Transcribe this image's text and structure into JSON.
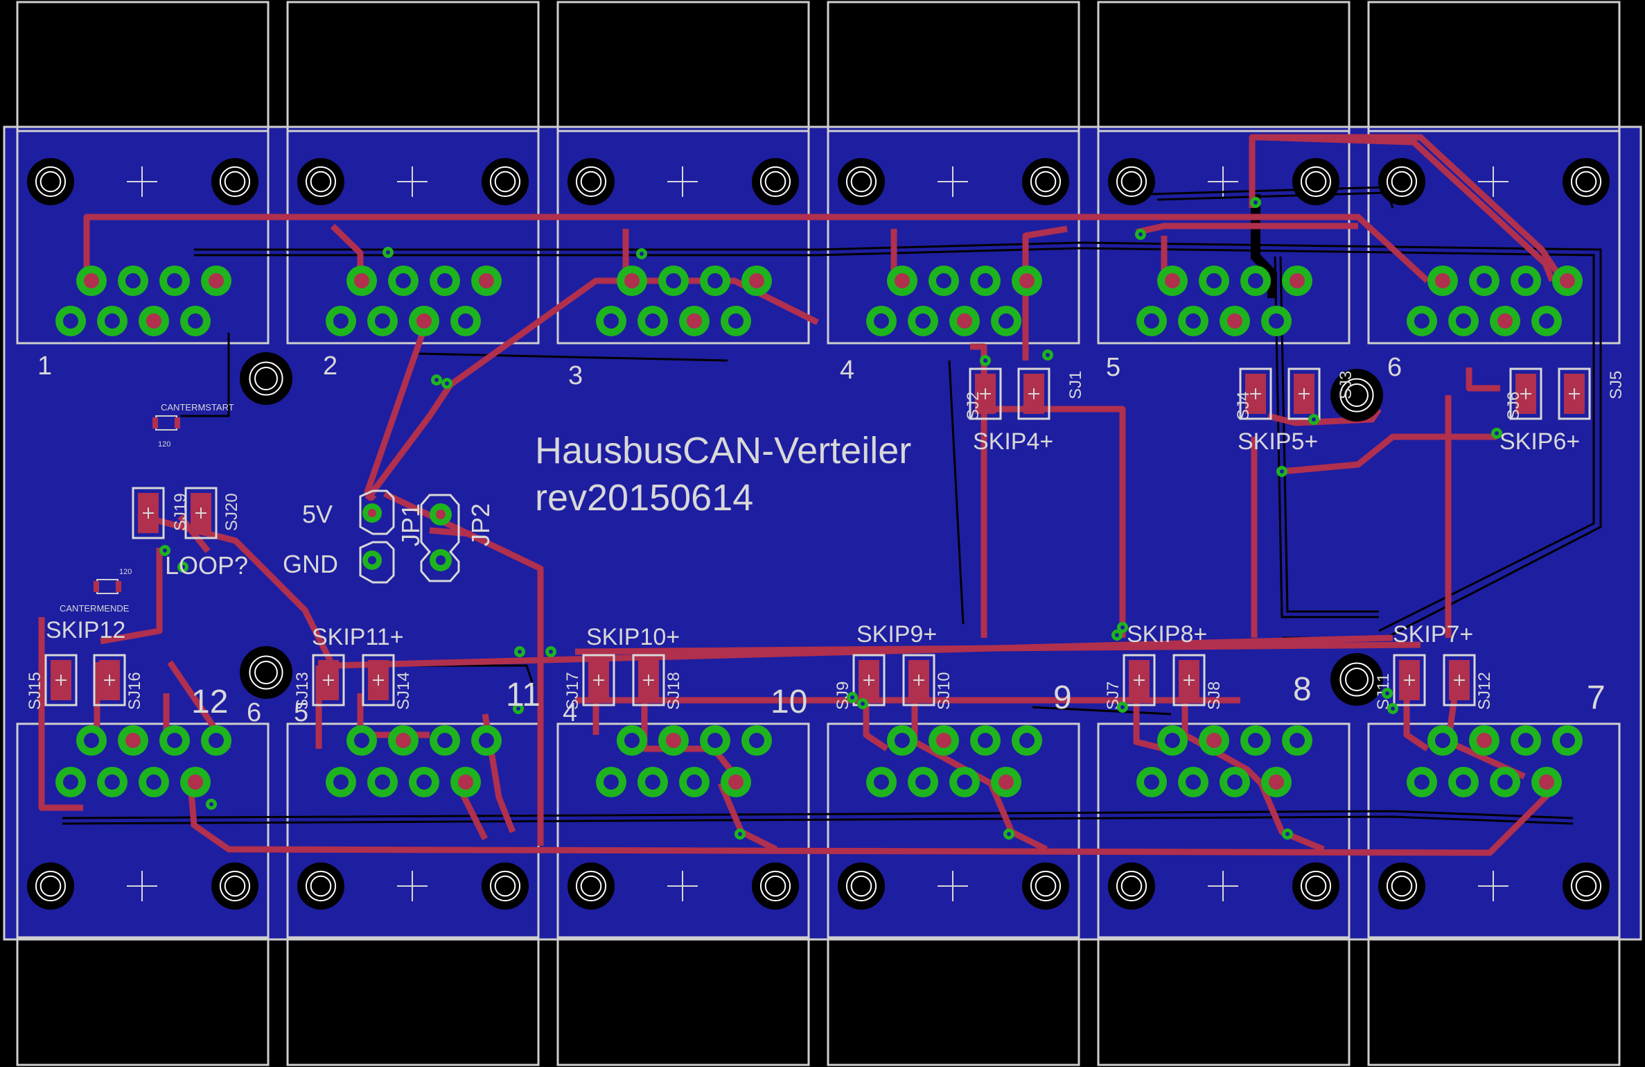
{
  "title_line1": "HausbusCAN-Verteiler",
  "title_line2": "rev20150614",
  "power": {
    "label_5v": "5V",
    "label_gnd": "GND",
    "label_jp1": "JP1",
    "label_jp2": "JP2"
  },
  "loop_label": "LOOP?",
  "connectors_top": [
    {
      "number": "1"
    },
    {
      "number": "2"
    },
    {
      "number": "3"
    },
    {
      "number": "4"
    },
    {
      "number": "5"
    },
    {
      "number": "6"
    }
  ],
  "connectors_bottom": [
    {
      "number": "12"
    },
    {
      "number": "11"
    },
    {
      "number": "10"
    },
    {
      "number": "9"
    },
    {
      "number": "8"
    },
    {
      "number": "7"
    }
  ],
  "bottom_small_numbers": [
    "6",
    "5",
    "4"
  ],
  "skip_labels_top": [
    "SKIP4+",
    "SKIP5+",
    "SKIP6+"
  ],
  "skip_labels_bottom": [
    "SKIP12",
    "SKIP11+",
    "SKIP10+",
    "SKIP9+",
    "SKIP8+",
    "SKIP7+"
  ],
  "jumpers_top": [
    "SJ2",
    "SJ1",
    "SJ4",
    "SJ3",
    "SJ6",
    "SJ5"
  ],
  "jumpers_left": [
    "SJ19",
    "SJ20"
  ],
  "jumpers_bottom": [
    "SJ15",
    "SJ16",
    "SJ13",
    "SJ14",
    "SJ17",
    "SJ18",
    "SJ9",
    "SJ10",
    "SJ7",
    "SJ8",
    "SJ11",
    "SJ12"
  ],
  "resistor_start_label": "CANTERMSTART",
  "resistor_end_label": "CANTERMENDE",
  "resistor_value": "120",
  "colors": {
    "background": "#000000",
    "board": "#1e1ea0",
    "trace_top": "#b0304e",
    "trace_bottom": "#000000",
    "pad_copper": "#1eb41e",
    "silkscreen": "#d8d8d8"
  }
}
